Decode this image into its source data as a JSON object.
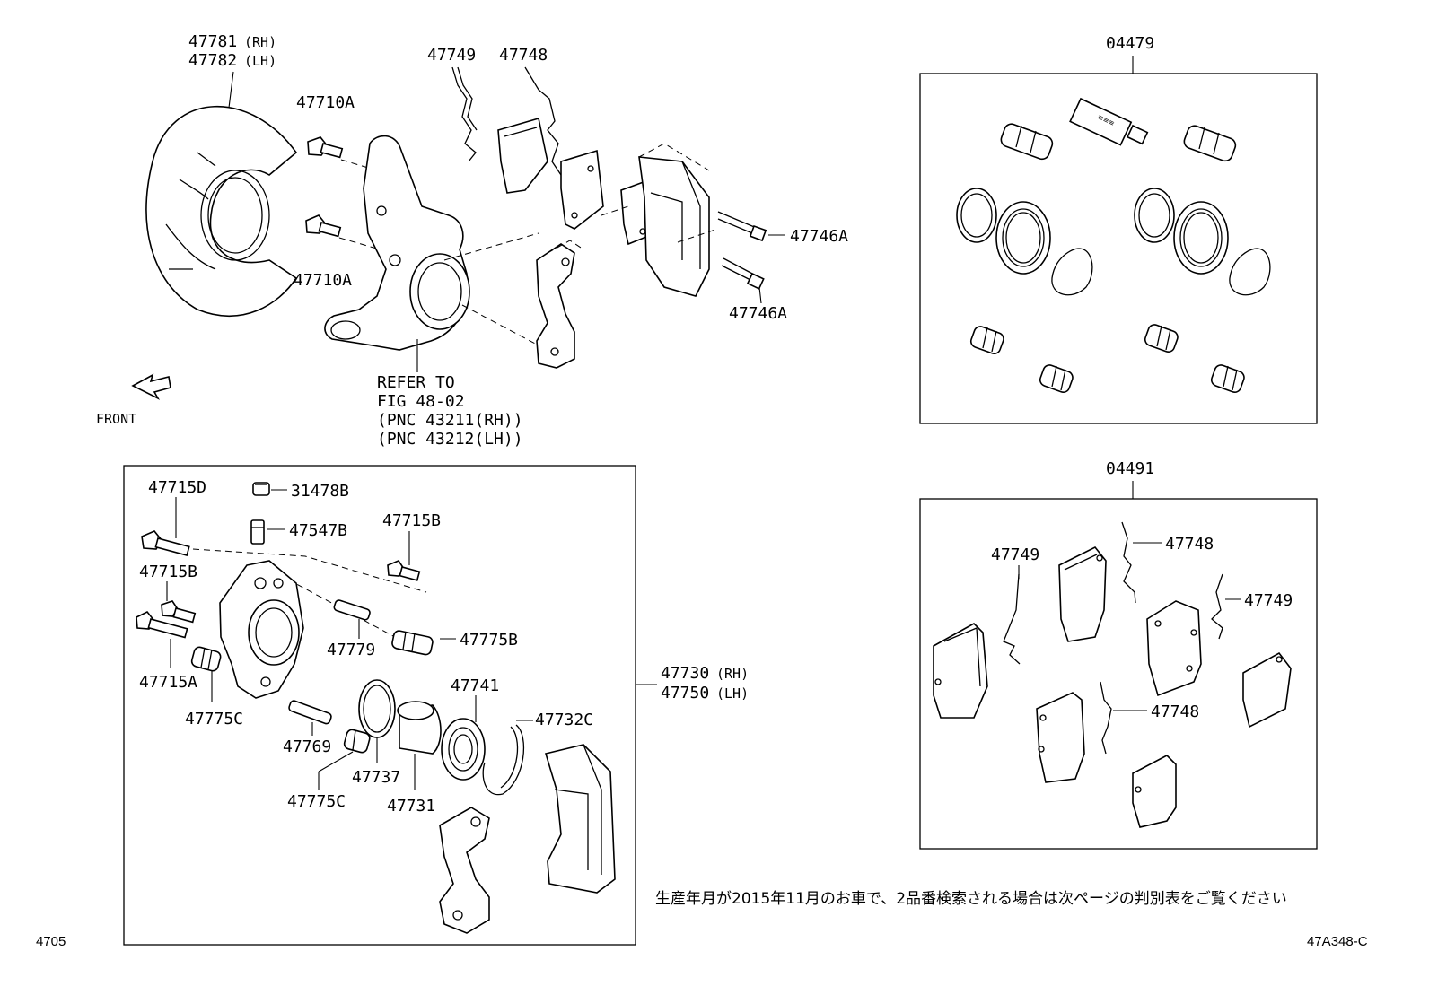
{
  "labels": {
    "shield": {
      "rh": "47781",
      "rh_suffix": "(RH)",
      "lh": "47782",
      "lh_suffix": "(LH)"
    },
    "bolt_upper": "47710A",
    "bolt_lower": "47710A",
    "spring_upper": "47749",
    "clip_upper": "47748",
    "pin_bolt_upper": "47746A",
    "pin_bolt_lower": "47746A",
    "front_label": "FRONT",
    "knuckle_ref": [
      "REFER TO",
      "FIG 48-02",
      "(PNC 43211(RH))",
      "(PNC 43212(LH))"
    ],
    "caliper": {
      "p_47715D": "47715D",
      "p_31478B": "31478B",
      "p_47547B": "47547B",
      "p_47715B_a": "47715B",
      "p_47715B_b": "47715B",
      "p_47779": "47779",
      "p_47775B": "47775B",
      "p_47715A": "47715A",
      "p_47775C_a": "47775C",
      "p_47741": "47741",
      "p_47732C": "47732C",
      "p_47769": "47769",
      "p_47737": "47737",
      "p_47775C_b": "47775C",
      "p_47731": "47731",
      "assy_rh": "47730",
      "assy_rh_suffix": "(RH)",
      "assy_lh": "47750",
      "assy_lh_suffix": "(LH)"
    },
    "kit_seal": "04479",
    "kit_pad": "04491",
    "pad_box": {
      "spring_a": "47749",
      "clip_a": "47748",
      "spring_b": "47749",
      "clip_b": "47748"
    }
  },
  "note_jp": "生産年月が2015年11月のお車で、2品番検索される場合は次ページの判別表をご覧ください",
  "page_code": "4705",
  "figure_code": "47A348-C"
}
